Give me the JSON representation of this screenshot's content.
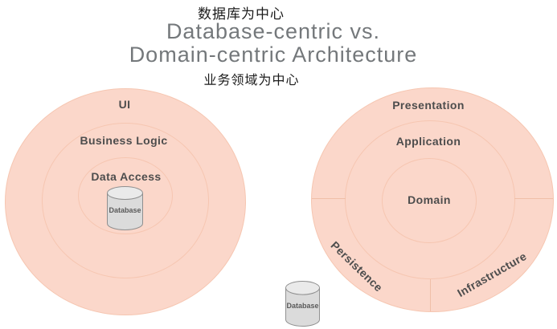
{
  "title": {
    "chinese_top": "数据库为中心",
    "line1": "Database-centric vs.",
    "line2": "Domain-centric Architecture",
    "chinese_bottom": "业务领域为中心"
  },
  "left_diagram": {
    "name": "database-centric-architecture",
    "layers": [
      {
        "label": "UI"
      },
      {
        "label": "Business Logic"
      },
      {
        "label": "Data Access"
      }
    ],
    "database": {
      "label": "Database"
    }
  },
  "right_diagram": {
    "name": "domain-centric-architecture",
    "layers": [
      {
        "label": "Presentation"
      },
      {
        "label": "Application"
      },
      {
        "label": "Domain"
      }
    ],
    "outer_segments": [
      {
        "label": "Persistence"
      },
      {
        "label": "Infrastructure"
      }
    ],
    "database": {
      "label": "Database"
    }
  },
  "colors": {
    "ring_fill": "#fbd7ca",
    "ring_border": "#f6c6b1",
    "title_gray": "#74787b",
    "chinese_text": "#1b1b1b",
    "label_dark": "#4d4d4d",
    "cylinder_body": "#dbdbdb",
    "cylinder_top": "#eaeaea",
    "cylinder_border": "#8f8f8f"
  }
}
